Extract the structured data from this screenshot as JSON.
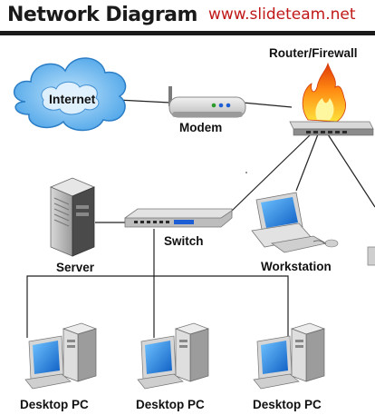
{
  "header": {
    "title": "Network Diagram",
    "website": "www.slideteam.net"
  },
  "nodes": {
    "internet": "Internet",
    "modem": "Modem",
    "router": "Router/Firewall",
    "server": "Server",
    "switch": "Switch",
    "workstation": "Workstation",
    "desktop_1": "Desktop PC",
    "desktop_2": "Desktop PC",
    "desktop_3": "Desktop PC"
  },
  "colors": {
    "title_bar": "#1a1a1a",
    "website_text": "#c01818",
    "cloud_fill": "#6cb9f0",
    "screen_blue": "#1e73d8",
    "connection_line": "#222222"
  }
}
